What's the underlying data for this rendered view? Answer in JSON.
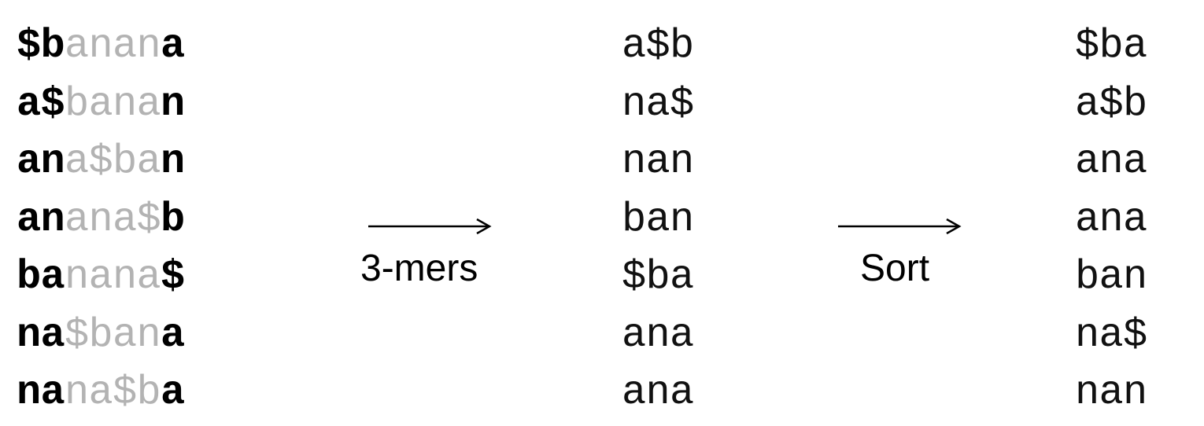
{
  "matrix": {
    "rows": [
      [
        "$",
        "b",
        "anan",
        "a"
      ],
      [
        "a",
        "$",
        "bana",
        "n"
      ],
      [
        "a",
        "n",
        "a$ba",
        "n"
      ],
      [
        "a",
        "n",
        "ana$",
        "b"
      ],
      [
        "b",
        "a",
        "nana",
        "$"
      ],
      [
        "n",
        "a",
        "$ban",
        "a"
      ],
      [
        "n",
        "a",
        "na$b",
        "a"
      ]
    ]
  },
  "kmers": [
    "a$b",
    "na$",
    "nan",
    "ban",
    "$ba",
    "ana",
    "ana"
  ],
  "sorted_kmers": [
    "$ba",
    "a$b",
    "ana",
    "ana",
    "ban",
    "na$",
    "nan"
  ],
  "arrows": {
    "first_label": "3-mers",
    "second_label": "Sort"
  },
  "colors": {
    "bold": "#000000",
    "faded": "#b3b3b3"
  }
}
